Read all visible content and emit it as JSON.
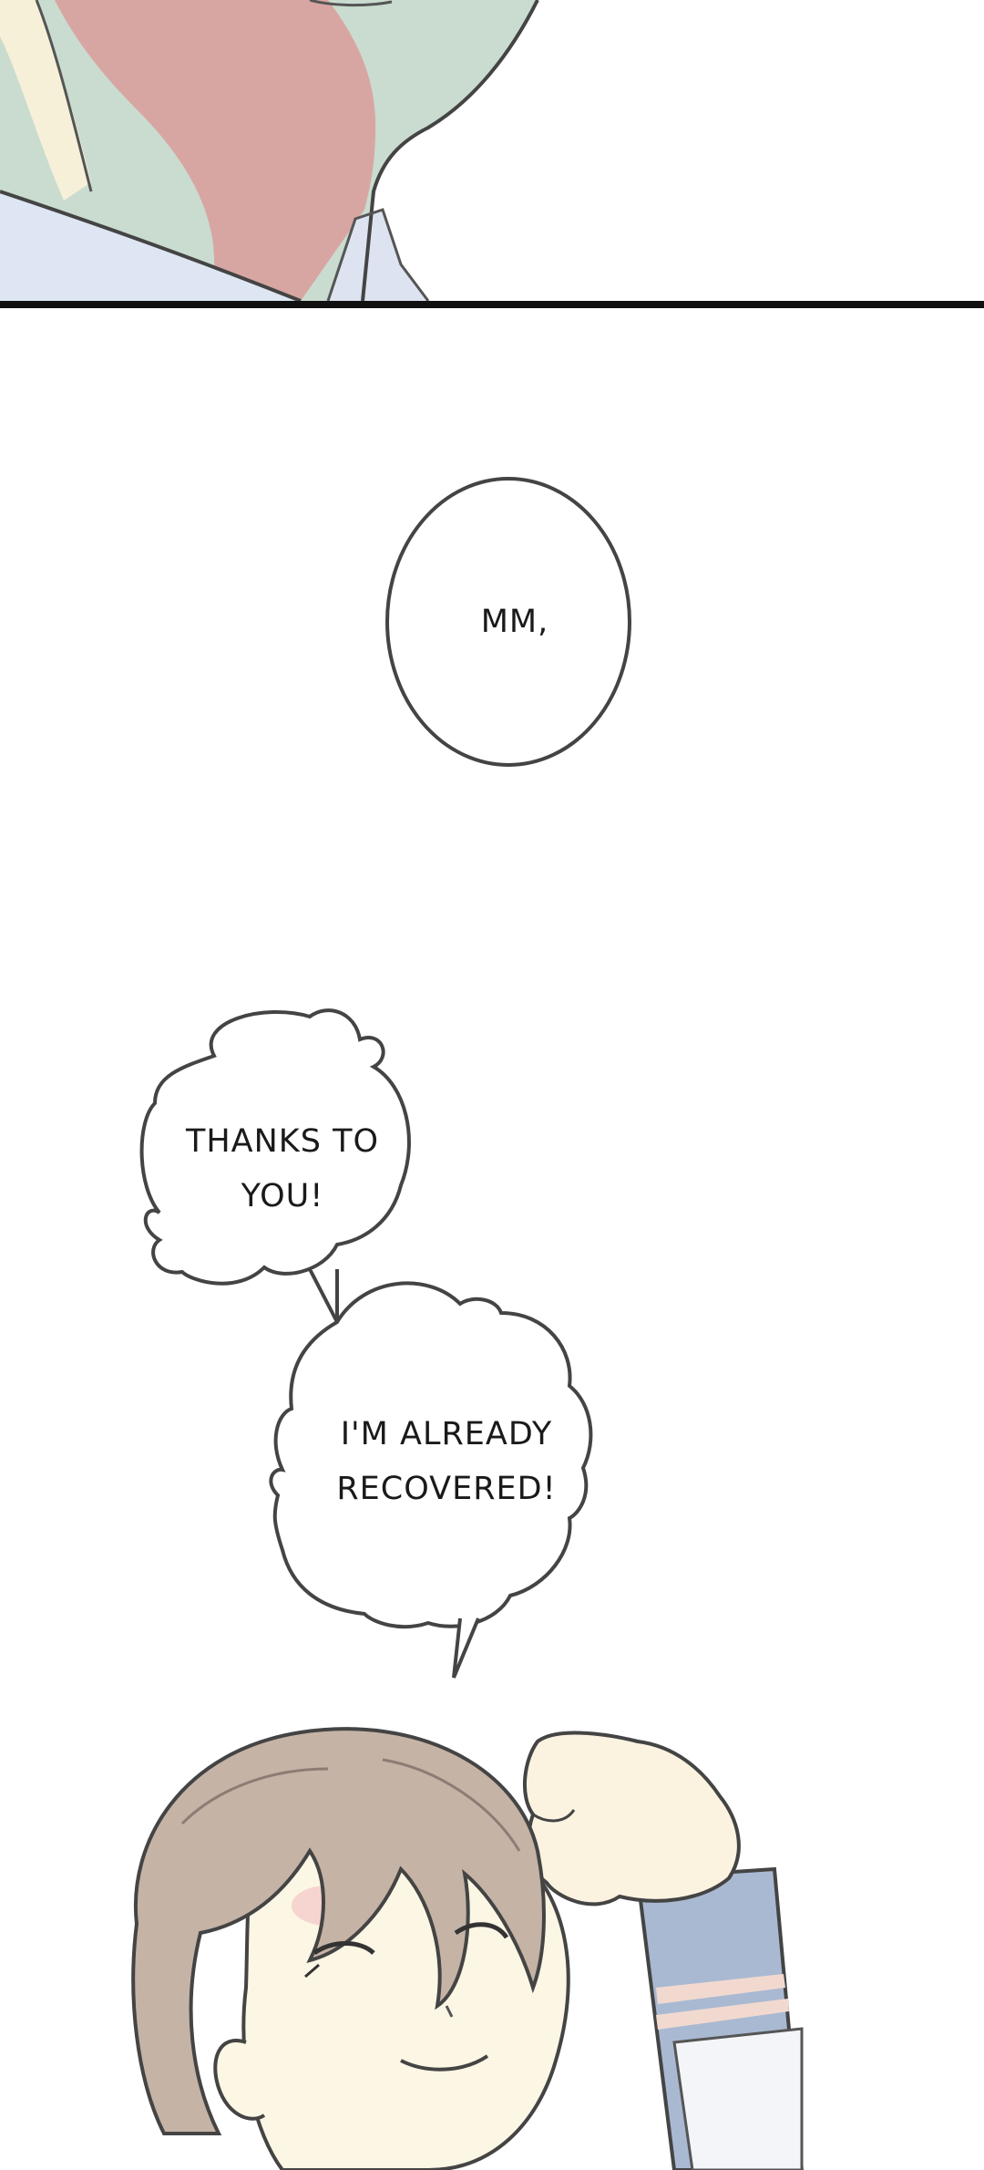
{
  "bubbles": {
    "mm": "MM,",
    "thanks": "THANKS TO\nYOU!",
    "recovered": "I'M ALREADY\nRECOVERED!"
  },
  "colors": {
    "ink": "#444444",
    "divider": "#111111",
    "skin": "#fcf6e4",
    "hair": "#c5b3a6",
    "uniform": "#a9b9d2",
    "coat": "#c8dcd0",
    "shadow": "#d8a3a0"
  }
}
